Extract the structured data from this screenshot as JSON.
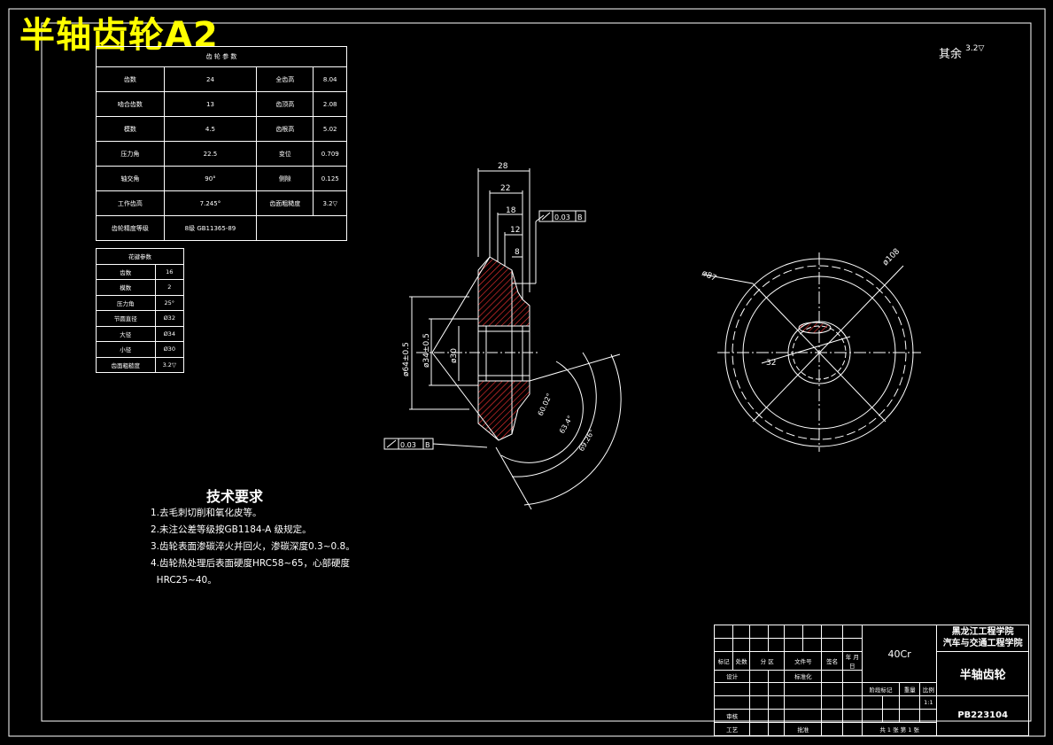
{
  "title": "半轴齿轮A2",
  "roughness_other": {
    "label": "其余",
    "value": "3.2"
  },
  "gear_table": {
    "header": "齿 轮 参 数",
    "rows": [
      [
        "齿数",
        "24",
        "全齿高",
        "8.04"
      ],
      [
        "啮合齿数",
        "13",
        "齿顶高",
        "2.08"
      ],
      [
        "模数",
        "4.5",
        "齿根高",
        "5.02"
      ],
      [
        "压力角",
        "22.5",
        "变位",
        "0.709"
      ],
      [
        "轴交角",
        "90°",
        "侧隙",
        "0.125"
      ],
      [
        "工作齿高",
        "7.245°",
        "齿面粗糙度",
        "3.2"
      ],
      [
        "齿轮精度等级",
        "8级 GB11365-89",
        ""
      ]
    ]
  },
  "spline_table": {
    "header": "花键参数",
    "rows": [
      [
        "齿数",
        "16"
      ],
      [
        "模数",
        "2"
      ],
      [
        "压力角",
        "25°"
      ],
      [
        "节圆直径",
        "Ø32"
      ],
      [
        "大径",
        "Ø34"
      ],
      [
        "小径",
        "Ø30"
      ],
      [
        "齿面粗糙度",
        "3.2"
      ]
    ]
  },
  "dimensions": {
    "d28": "28",
    "d22": "22",
    "d18": "18",
    "d12": "12",
    "d8": "8",
    "tol_top": "0.03",
    "tol_top_ref": "B",
    "tol_bottom": "0.03",
    "tol_bottom_ref": "B",
    "dia64": "ø64±0.5",
    "dia34": "ø34±0.5",
    "dia30": "ø30",
    "ang1": "60.02°",
    "ang2": "63.4°",
    "ang3": "69.26°",
    "dia87": "ø87",
    "dia108": "ø108",
    "d32": "32"
  },
  "tech_requirements": {
    "title": "技术要求",
    "items": [
      "1.去毛刺切削和氧化皮等。",
      "2.未注公差等级按GB1184-A 级规定。",
      "3.齿轮表面渗碳淬火并回火，渗碳深度0.3~0.8。",
      "4.齿轮热处理后表面硬度HRC58~65，心部硬度",
      "  HRC25~40。"
    ]
  },
  "title_block": {
    "material": "40Cr",
    "school1": "黑龙江工程学院",
    "school2": "汽车与交通工程学院",
    "part_name": "半轴齿轮",
    "drawing_no": "PB223104",
    "col_labels": [
      "标记",
      "处数",
      "分 区",
      "文件号",
      "签名",
      "年 月 日"
    ],
    "design": "设计",
    "standard": "标准化",
    "stage_mark": "阶段标记",
    "weight": "重量",
    "scale_label": "比例",
    "scale": "1:1",
    "review": "审核",
    "process": "工艺",
    "approve": "批准",
    "sheets": "共 1 张  第 1 张"
  }
}
